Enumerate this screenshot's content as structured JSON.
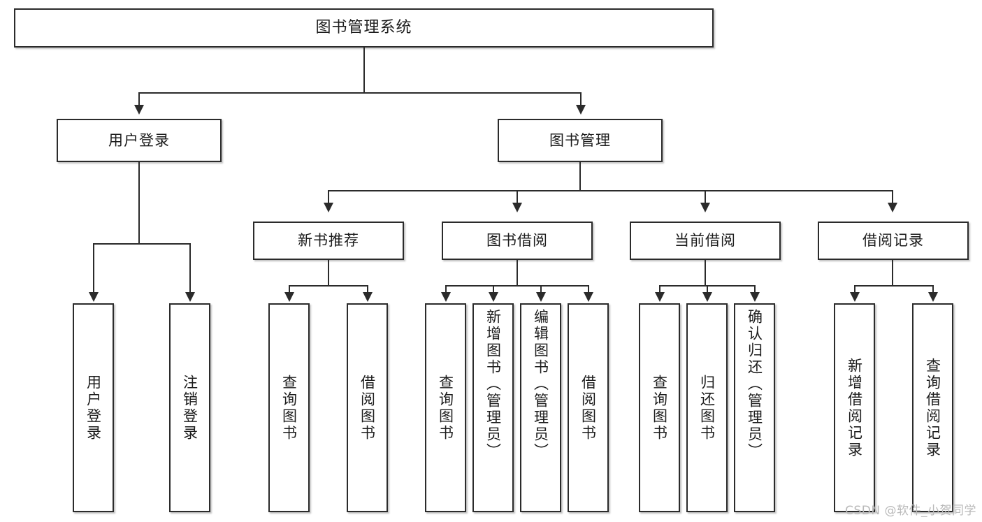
{
  "diagram": {
    "title": "图书管理系统",
    "type": "hierarchy-tree",
    "watermark": "CSDN @软件_小贺同学"
  },
  "nodes": {
    "root": {
      "label": "图书管理系统"
    },
    "level2": [
      {
        "label": "用户登录"
      },
      {
        "label": "图书管理"
      }
    ],
    "level3": [
      {
        "label": "新书推荐"
      },
      {
        "label": "图书借阅"
      },
      {
        "label": "当前借阅"
      },
      {
        "label": "借阅记录"
      }
    ],
    "login_leaves": [
      {
        "label": "用户登录"
      },
      {
        "label": "注销登录"
      }
    ],
    "newbook_leaves": [
      {
        "label": "查询图书"
      },
      {
        "label": "借阅图书"
      }
    ],
    "borrow_leaves": [
      {
        "label": "查询图书"
      },
      {
        "label": "新增图书（管理员）"
      },
      {
        "label": "编辑图书（管理员）"
      },
      {
        "label": "借阅图书"
      }
    ],
    "current_leaves": [
      {
        "label": "查询图书"
      },
      {
        "label": "归还图书"
      },
      {
        "label": "确认归还（管理员）"
      }
    ],
    "record_leaves": [
      {
        "label": "新增借阅记录"
      },
      {
        "label": "查询借阅记录"
      }
    ]
  },
  "chart_data": {
    "type": "table",
    "title": "图书管理系统",
    "tree": {
      "label": "图书管理系统",
      "children": [
        {
          "label": "用户登录",
          "children": [
            {
              "label": "用户登录"
            },
            {
              "label": "注销登录"
            }
          ]
        },
        {
          "label": "图书管理",
          "children": [
            {
              "label": "新书推荐",
              "children": [
                {
                  "label": "查询图书"
                },
                {
                  "label": "借阅图书"
                }
              ]
            },
            {
              "label": "图书借阅",
              "children": [
                {
                  "label": "查询图书"
                },
                {
                  "label": "新增图书（管理员）"
                },
                {
                  "label": "编辑图书（管理员）"
                },
                {
                  "label": "借阅图书"
                }
              ]
            },
            {
              "label": "当前借阅",
              "children": [
                {
                  "label": "查询图书"
                },
                {
                  "label": "归还图书"
                },
                {
                  "label": "确认归还（管理员）"
                }
              ]
            },
            {
              "label": "借阅记录",
              "children": [
                {
                  "label": "新增借阅记录"
                },
                {
                  "label": "查询借阅记录"
                }
              ]
            }
          ]
        }
      ]
    }
  },
  "colors": {
    "box_border": "#2b2b2b",
    "box_fill": "#ffffff",
    "connector": "#2b2b2b",
    "text": "#1c1c1c",
    "watermark": "#b9b9b9"
  }
}
